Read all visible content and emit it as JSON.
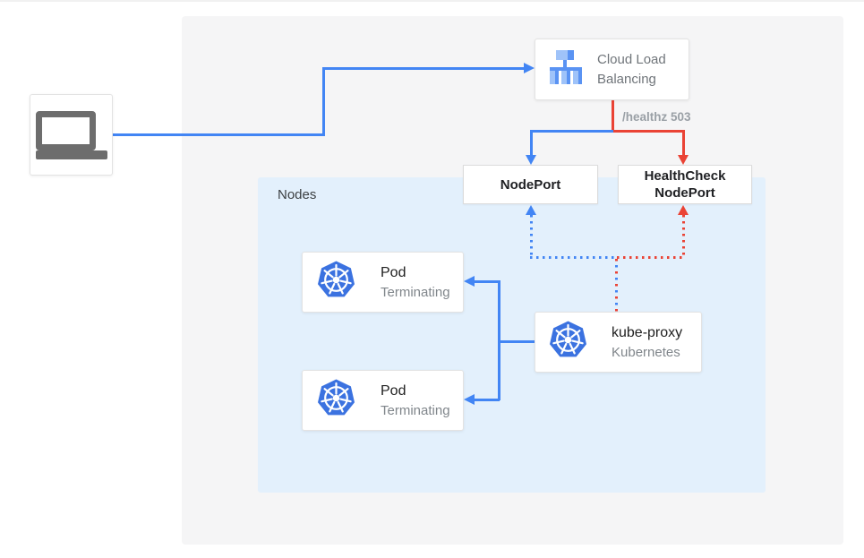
{
  "nodes_container": {
    "label": "Nodes"
  },
  "client": {
    "icon": "laptop-icon"
  },
  "cloud_lb": {
    "line1": "Cloud Load",
    "line2": "Balancing",
    "icon": "cloud-load-balancing-icon"
  },
  "health_check_path_label": "/healthz 503",
  "nodeport": {
    "label": "NodePort"
  },
  "healthcheck_nodeport": {
    "line1": "HealthCheck",
    "line2": "NodePort"
  },
  "pods": [
    {
      "title": "Pod",
      "subtitle": "Terminating",
      "icon": "kubernetes-icon"
    },
    {
      "title": "Pod",
      "subtitle": "Terminating",
      "icon": "kubernetes-icon"
    }
  ],
  "kube_proxy": {
    "title": "kube-proxy",
    "subtitle": "Kubernetes",
    "icon": "kubernetes-icon"
  },
  "colors": {
    "blue_line": "#4285f4",
    "red_line": "#ea4335",
    "nodes_bg": "#e3f0fc",
    "panel_bg": "#f5f5f6",
    "muted_text": "#70757a",
    "sub_text": "#80868b",
    "healthz_text": "#9aa0a6",
    "dark_text": "#202124",
    "k8s_icon_blue": "#3b72e0",
    "lb_icon_light": "#9fc3f9",
    "lb_icon_dark": "#5a93f3"
  }
}
